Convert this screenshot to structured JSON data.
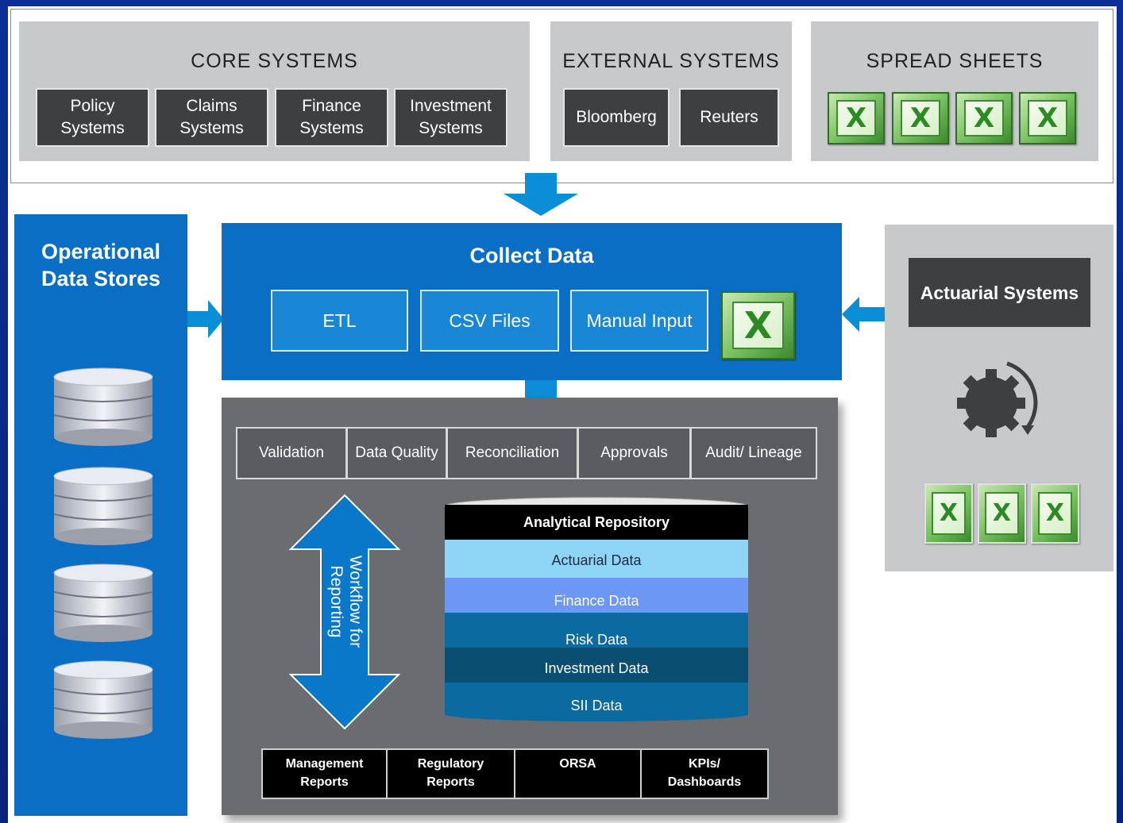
{
  "core_systems": {
    "title": "CORE SYSTEMS",
    "items": [
      "Policy\nSystems",
      "Claims\nSystems",
      "Finance\nSystems",
      "Investment\nSystems"
    ]
  },
  "external_systems": {
    "title": "EXTERNAL SYSTEMS",
    "items": [
      "Bloomberg",
      "Reuters"
    ]
  },
  "spread_sheets": {
    "title": "SPREAD SHEETS",
    "icon": "excel-icon",
    "count": 4
  },
  "operational_data_stores": {
    "title": "Operational\nData Stores",
    "icon": "database-icon",
    "count": 4
  },
  "collect_data": {
    "title": "Collect Data",
    "items": [
      "ETL",
      "CSV Files",
      "Manual Input"
    ]
  },
  "actuarial_systems": {
    "title": "Actuarial Systems",
    "icon": "gear-cycle-icon",
    "excel_count": 3
  },
  "processes": [
    "Validation",
    "Data Quality",
    "Reconciliation",
    "Approvals",
    "Audit/ Lineage"
  ],
  "workflow": {
    "label": "Workflow for\nReporting"
  },
  "repository": {
    "title": "Analytical Repository",
    "layers": [
      "Actuarial Data",
      "Finance Data",
      "Risk Data",
      "Investment Data",
      "SII Data"
    ]
  },
  "reports": [
    "Management\nReports",
    "Regulatory\nReports",
    "ORSA",
    "KPIs/\nDashboards"
  ],
  "colors": {
    "background": "#0a2a8c",
    "panel_gray": "#c7c9ca",
    "dark_button": "#3d3f41",
    "primary_blue": "#0a6fc4",
    "processing_gray": "#6a6c6f",
    "layer_actuarial": "#8dd4f5",
    "layer_finance": "#6c97f5",
    "layer_risk": "#0b6aa0",
    "layer_investment": "#0a4e72",
    "layer_sii": "#0b6aa0",
    "excel_green": "#3b8a2e"
  }
}
